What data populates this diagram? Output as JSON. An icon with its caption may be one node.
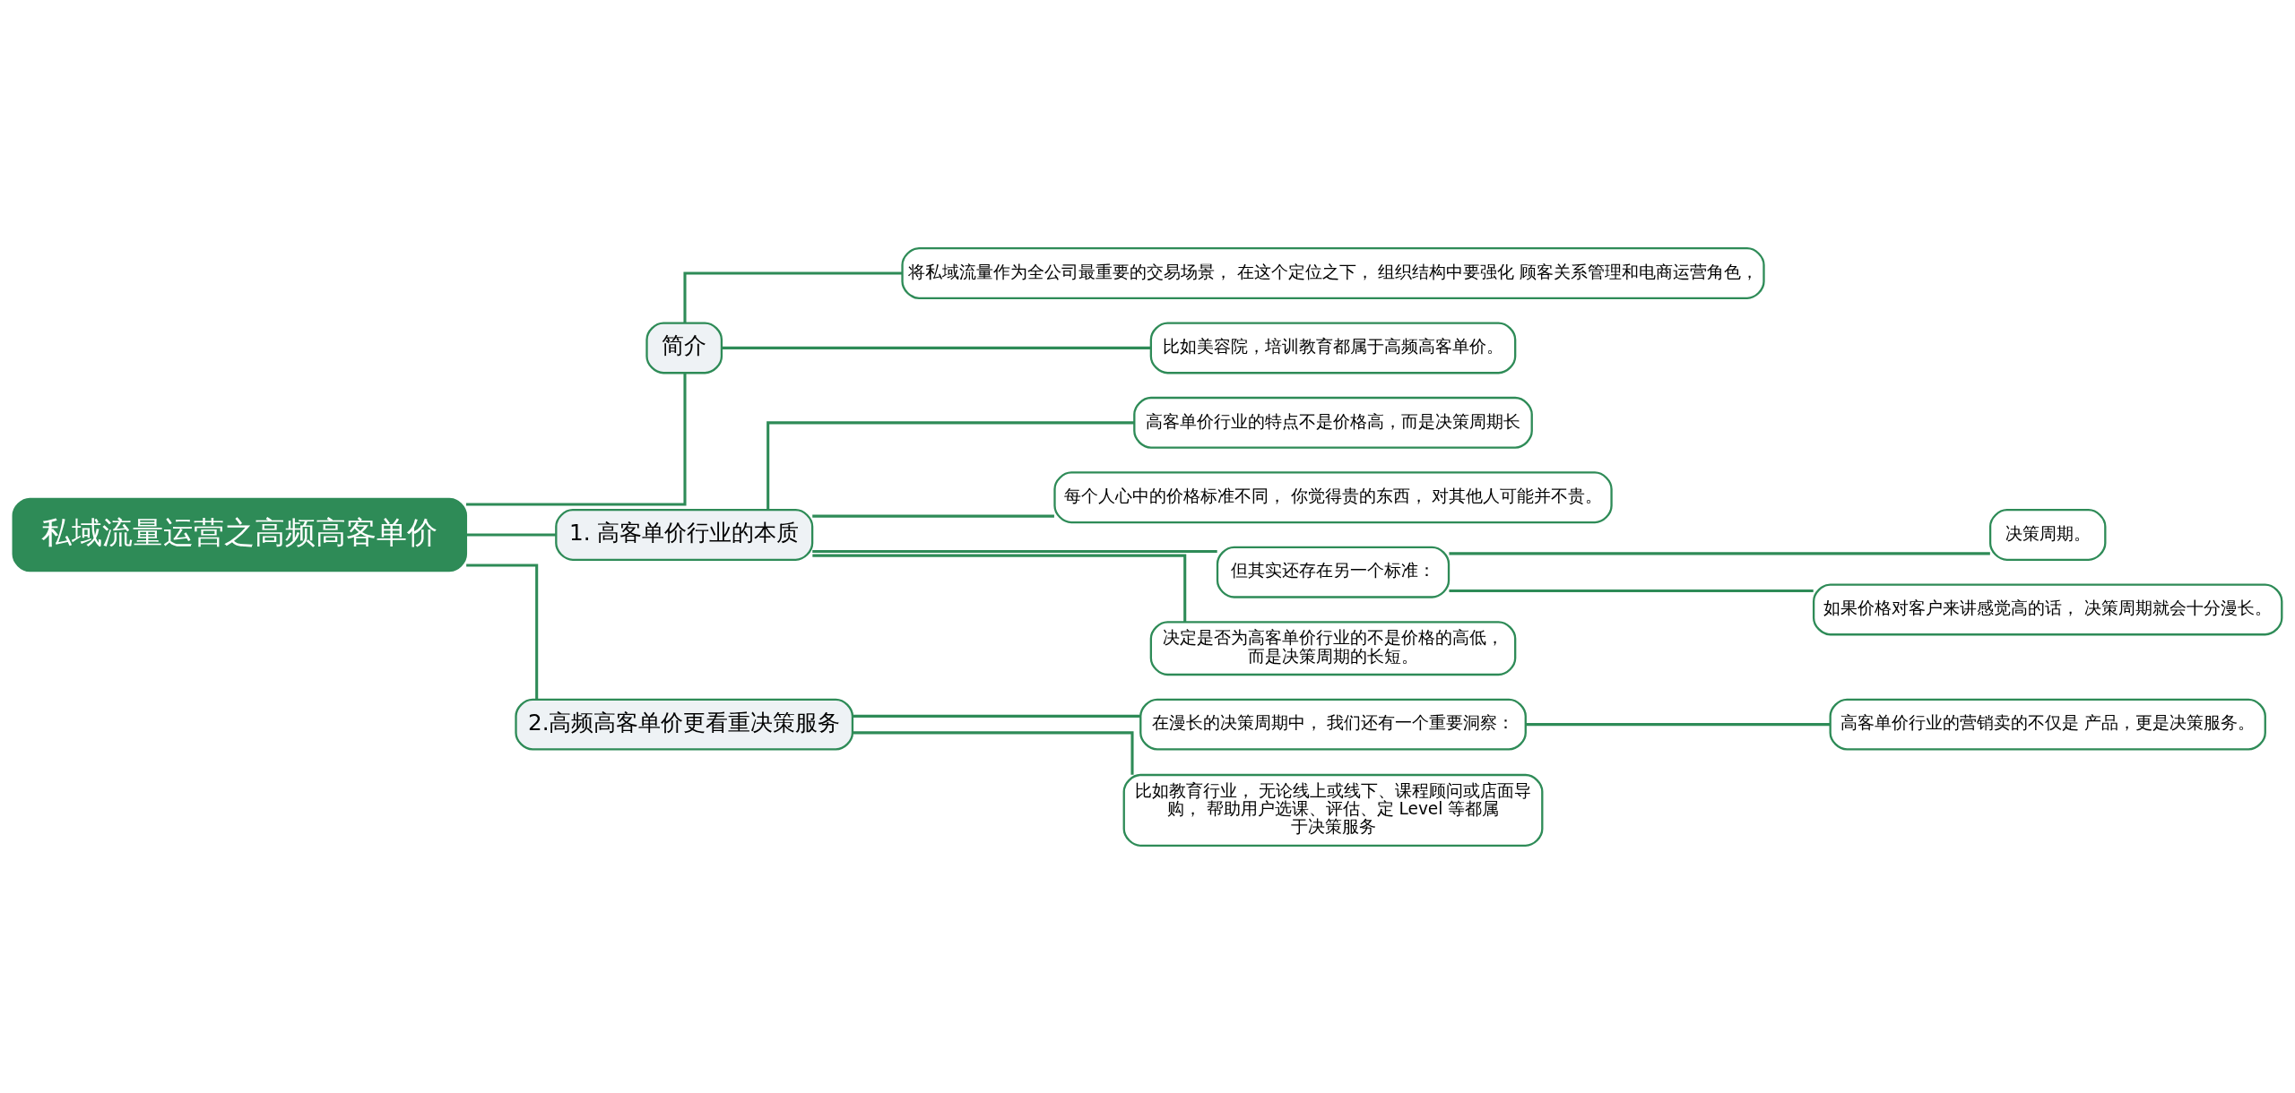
{
  "diagram": {
    "nodes": [
      {
        "text": [
          "私域流量运营之高频高客单价"
        ]
      },
      {
        "text": [
          "简介"
        ]
      },
      {
        "text": [
          "将私域流量作为全公司最重要的交易场景， 在这个定位之下， 组织结构中要强化 顾客关系管理和电商运营角色，"
        ]
      },
      {
        "text": [
          "比如美容院，培训教育都属于高频高客单价。"
        ]
      },
      {
        "text": [
          "1. 高客单价行业的本质"
        ]
      },
      {
        "text": [
          "高客单价行业的特点不是价格高，而是决策周期长"
        ]
      },
      {
        "text": [
          "每个人心中的价格标准不同， 你觉得贵的东西， 对其他人可能并不贵。"
        ]
      },
      {
        "text": [
          "但其实还存在另一个标准："
        ]
      },
      {
        "text": [
          "决策周期。"
        ]
      },
      {
        "text": [
          "如果价格对客户来讲感觉高的话， 决策周期就会十分漫长。"
        ]
      },
      {
        "text": [
          "决定是否为高客单价行业的不是价格的高低，而是决策周期的长短。"
        ]
      },
      {
        "text": [
          "2.高频高客单价更看重决策服务"
        ]
      },
      {
        "text": [
          "在漫长的决策周期中， 我们还有一个重要洞察："
        ]
      },
      {
        "text": [
          "高客单价行业的营销卖的不仅是 产品，更是决策服务。"
        ]
      },
      {
        "text": [
          "比如教育行业， 无论线上或线下、课程顾问或店面导购， 帮助用户选课、评估、定 Level 等都属于决策服务"
        ]
      }
    ],
    "edges": [
      {
        "from": 0,
        "to": 1,
        "arrow": "none"
      },
      {
        "from": 1,
        "to": 2,
        "arrow": "none"
      },
      {
        "from": 1,
        "to": 3,
        "arrow": "none"
      },
      {
        "from": 0,
        "to": 4,
        "arrow": "none"
      },
      {
        "from": 4,
        "to": 5,
        "arrow": "none"
      },
      {
        "from": 4,
        "to": 6,
        "arrow": "none"
      },
      {
        "from": 4,
        "to": 7,
        "arrow": "none"
      },
      {
        "from": 7,
        "to": 8,
        "arrow": "none"
      },
      {
        "from": 7,
        "to": 9,
        "arrow": "none"
      },
      {
        "from": 4,
        "to": 10,
        "arrow": "none"
      },
      {
        "from": 0,
        "to": 11,
        "arrow": "none"
      },
      {
        "from": 11,
        "to": 12,
        "arrow": "none"
      },
      {
        "from": 12,
        "to": 13,
        "arrow": "none"
      },
      {
        "from": 11,
        "to": 14,
        "arrow": "none"
      }
    ]
  }
}
